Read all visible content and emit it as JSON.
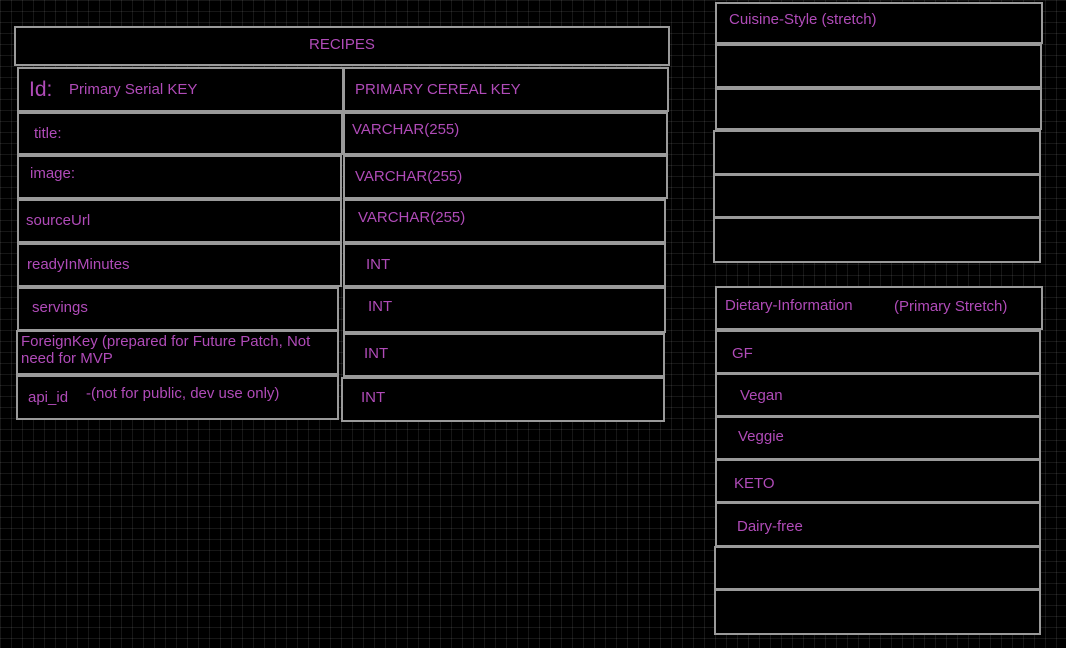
{
  "recipes": {
    "title": "RECIPES",
    "rows": [
      {
        "field_label": "Id:",
        "field_note": "Primary Serial KEY",
        "type": "PRIMARY CEREAL KEY"
      },
      {
        "field_label": "title:",
        "type": "VARCHAR(255)"
      },
      {
        "field_label": "image:",
        "type": "VARCHAR(255)"
      },
      {
        "field_label": "sourceUrl",
        "type": "VARCHAR(255)"
      },
      {
        "field_label": "readyInMinutes",
        "type": "INT"
      },
      {
        "field_label": "servings",
        "type": "INT"
      },
      {
        "field_label": "ForeignKey (prepared for Future Patch, Not need for MVP",
        "type": "INT"
      },
      {
        "field_label": "api_id",
        "field_note": "-(not for public, dev use only)",
        "type": "INT"
      }
    ]
  },
  "cuisine_style": {
    "title": "Cuisine-Style (stretch)",
    "items": [
      "",
      "",
      "",
      "",
      ""
    ]
  },
  "dietary_information": {
    "title": "Dietary-Information",
    "title_note": "(Primary Stretch)",
    "items": [
      "GF",
      "Vegan",
      "Veggie",
      "KETO",
      "Dairy-free",
      "",
      ""
    ]
  },
  "colors": {
    "text": "#b04bb8",
    "border": "#9a9a9a",
    "background": "#000000",
    "grid": "#1a1a1a"
  }
}
